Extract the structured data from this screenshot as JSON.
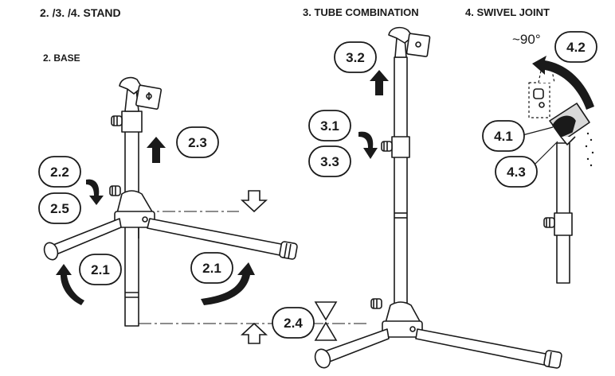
{
  "titles": {
    "stand": "2. /3. /4. STAND",
    "base": "2. BASE",
    "tube": "3. TUBE COMBINATION",
    "swivel": "4. SWIVEL JOINT",
    "angle": "~90°"
  },
  "callouts": {
    "c23": "2.3",
    "c22": "2.2",
    "c25": "2.5",
    "c21a": "2.1",
    "c21b": "2.1",
    "c24": "2.4",
    "c32": "3.2",
    "c31": "3.1",
    "c33": "3.3",
    "c42": "4.2",
    "c41": "4.1",
    "c43": "4.3"
  },
  "colors": {
    "ink": "#1a1a1a",
    "paper": "#ffffff",
    "shade": "#d9d9d9"
  }
}
